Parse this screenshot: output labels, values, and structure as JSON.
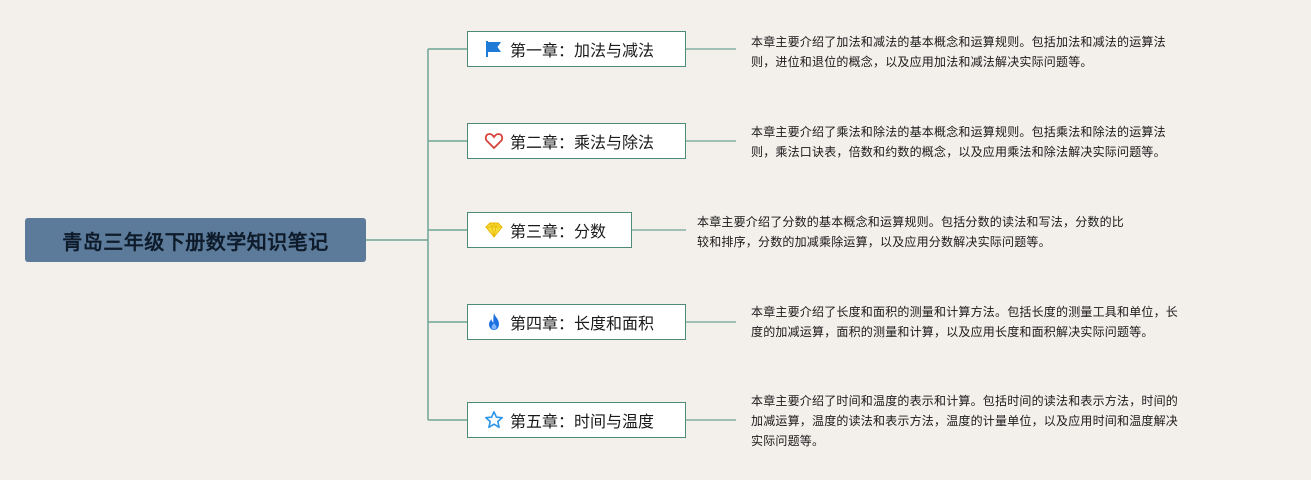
{
  "root": {
    "title": "青岛三年级下册数学知识笔记"
  },
  "chapters": [
    {
      "icon": "flag-icon",
      "icon_color": "#1e7bd6",
      "title": "第一章：加法与减法",
      "desc_lines": [
        "本章主要介绍了加法和减法的基本概念和运算规则。包括加法和减法的运算法",
        "则，进位和退位的概念，以及应用加法和减法解决实际问题等。"
      ]
    },
    {
      "icon": "heart-icon",
      "icon_color": "#d9423a",
      "title": "第二章：乘法与除法",
      "desc_lines": [
        "本章主要介绍了乘法和除法的基本概念和运算规则。包括乘法和除法的运算法",
        "则，乘法口诀表，倍数和约数的概念，以及应用乘法和除法解决实际问题等。"
      ]
    },
    {
      "icon": "diamond-icon",
      "icon_color": "#f2cf1f",
      "title": "第三章：分数",
      "desc_lines": [
        "本章主要介绍了分数的基本概念和运算规则。包括分数的读法和写法，分数的比",
        "较和排序，分数的加减乘除运算，以及应用分数解决实际问题等。"
      ]
    },
    {
      "icon": "flame-icon",
      "icon_color": "#1e6fe0",
      "title": "第四章：长度和面积",
      "desc_lines": [
        "本章主要介绍了长度和面积的测量和计算方法。包括长度的测量工具和单位，长",
        "度的加减运算，面积的测量和计算，以及应用长度和面积解决实际问题等。"
      ]
    },
    {
      "icon": "star-icon",
      "icon_color": "#2b95e8",
      "title": "第五章：时间与温度",
      "desc_lines": [
        "本章主要介绍了时间和温度的表示和计算。包括时间的读法和表示方法，时间的",
        "加减运算，温度的读法和表示方法，温度的计量单位，以及应用时间和温度解决",
        "实际问题等。"
      ]
    }
  ],
  "colors": {
    "connector": "#6fa595",
    "node_border": "#4e8a78",
    "root_bg": "#5c7a99"
  }
}
